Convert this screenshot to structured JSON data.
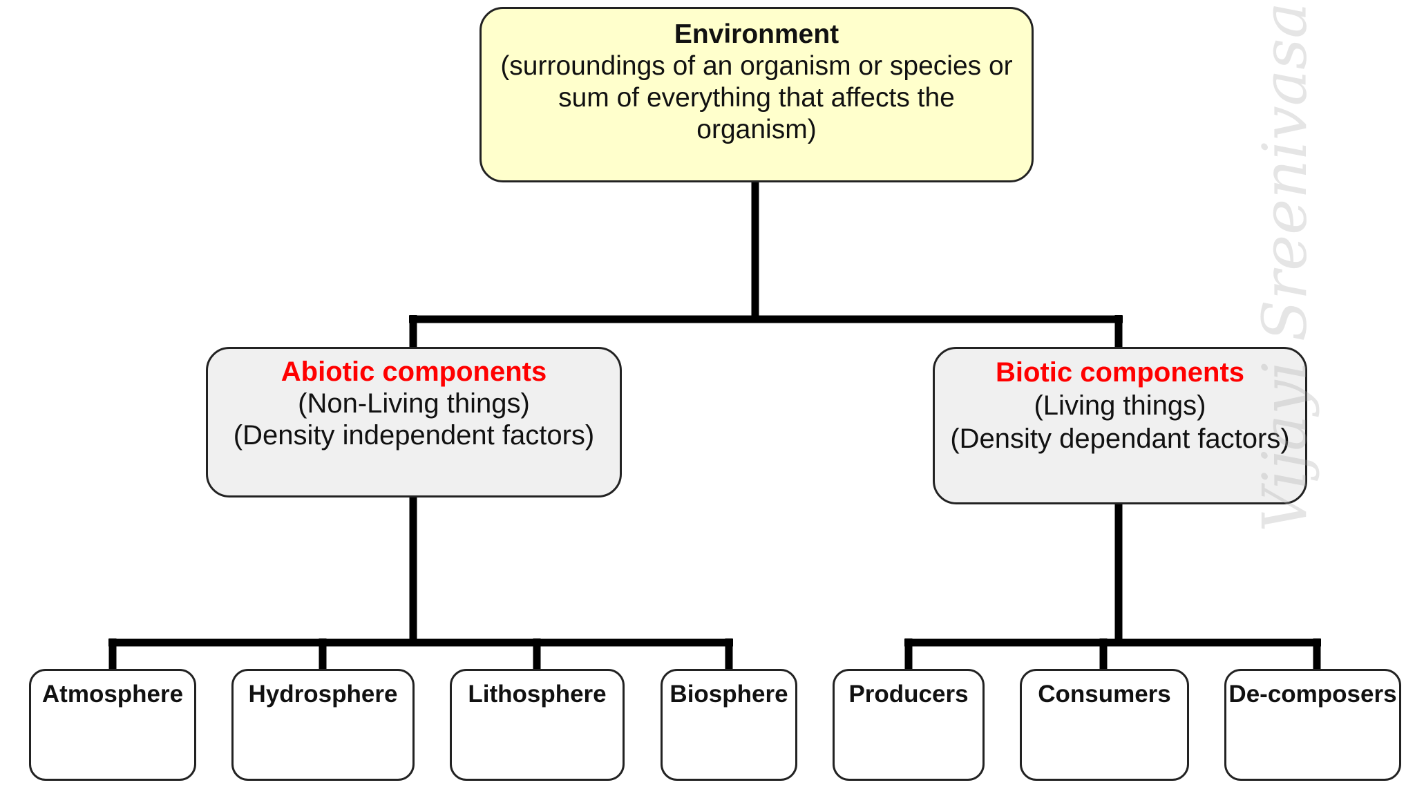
{
  "diagram": {
    "root": {
      "title": "Environment",
      "lines": [
        "(surroundings of an organism or species or",
        "sum of everything that affects the",
        "organism)"
      ],
      "fill": "#ffffcc"
    },
    "branches": [
      {
        "title": "Abiotic components",
        "lines": [
          "(Non-Living things)",
          "(Density independent factors)"
        ],
        "fill": "#f0f0f0",
        "leaves": [
          "Atmosphere",
          "Hydrosphere",
          "Lithosphere",
          "Biosphere"
        ]
      },
      {
        "title": "Biotic components",
        "lines": [
          "(Living things)",
          "(Density dependant factors)"
        ],
        "fill": "#f0f0f0",
        "leaves": [
          "Producers",
          "Consumers",
          "De-composers"
        ]
      }
    ],
    "branch_title_color": "#ff0000",
    "connector_color": "#000000",
    "watermark": "Vijayi Sreenivasa Rao"
  }
}
